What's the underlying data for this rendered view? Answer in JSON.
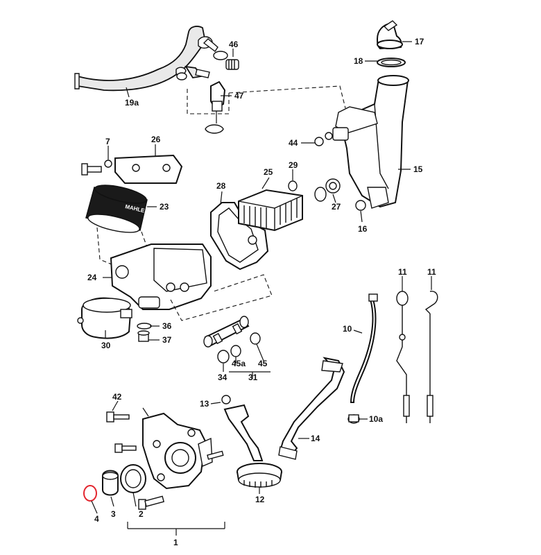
{
  "diagram": {
    "brand_text": "MAHLE",
    "callouts": [
      {
        "id": "c-1",
        "label": "1"
      },
      {
        "id": "c-2",
        "label": "2"
      },
      {
        "id": "c-3",
        "label": "3"
      },
      {
        "id": "c-4",
        "label": "4"
      },
      {
        "id": "c-7",
        "label": "7"
      },
      {
        "id": "c-10",
        "label": "10"
      },
      {
        "id": "c-10a",
        "label": "10a"
      },
      {
        "id": "c-11a",
        "label": "11"
      },
      {
        "id": "c-11b",
        "label": "11"
      },
      {
        "id": "c-12",
        "label": "12"
      },
      {
        "id": "c-13",
        "label": "13"
      },
      {
        "id": "c-14",
        "label": "14"
      },
      {
        "id": "c-15",
        "label": "15"
      },
      {
        "id": "c-16",
        "label": "16"
      },
      {
        "id": "c-17",
        "label": "17"
      },
      {
        "id": "c-18",
        "label": "18"
      },
      {
        "id": "c-19a",
        "label": "19a"
      },
      {
        "id": "c-23",
        "label": "23"
      },
      {
        "id": "c-24",
        "label": "24"
      },
      {
        "id": "c-25",
        "label": "25"
      },
      {
        "id": "c-26",
        "label": "26"
      },
      {
        "id": "c-27",
        "label": "27"
      },
      {
        "id": "c-28",
        "label": "28"
      },
      {
        "id": "c-29",
        "label": "29"
      },
      {
        "id": "c-30",
        "label": "30"
      },
      {
        "id": "c-31",
        "label": "31"
      },
      {
        "id": "c-34",
        "label": "34"
      },
      {
        "id": "c-36",
        "label": "36"
      },
      {
        "id": "c-37",
        "label": "37"
      },
      {
        "id": "c-42",
        "label": "42"
      },
      {
        "id": "c-44",
        "label": "44"
      },
      {
        "id": "c-45",
        "label": "45"
      },
      {
        "id": "c-45a",
        "label": "45a"
      },
      {
        "id": "c-46",
        "label": "46"
      },
      {
        "id": "c-47",
        "label": "47"
      }
    ],
    "colors": {
      "line": "#111111",
      "highlight": "#e3262f",
      "background": "#ffffff"
    }
  }
}
